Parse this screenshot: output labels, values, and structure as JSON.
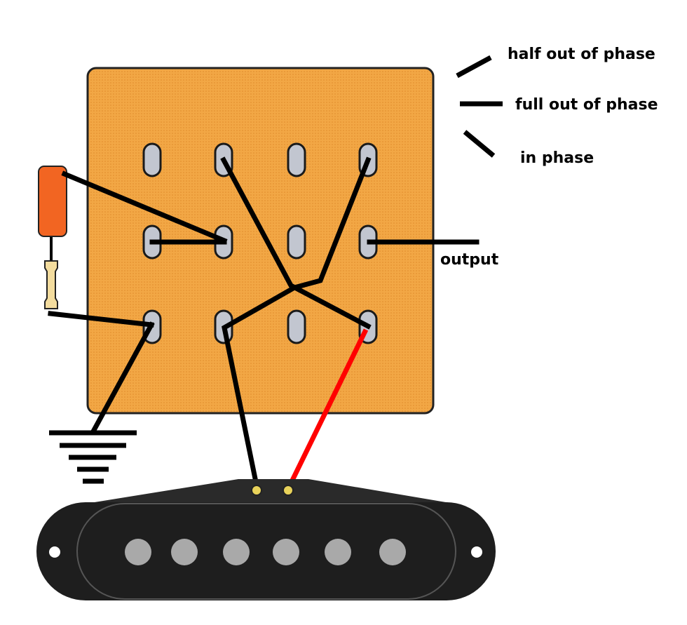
{
  "legend": {
    "half_out_of_phase": "half out of phase",
    "full_out_of_phase": "full out of phase",
    "in_phase": "in phase"
  },
  "output_label": "output",
  "colors": {
    "board": "#f2a745",
    "capacitor": "#f26522",
    "resistor": "#f3dc9e",
    "hot_wire": "#ff0000",
    "pickup": "#222222",
    "pole_piece": "#a9a9a9"
  }
}
